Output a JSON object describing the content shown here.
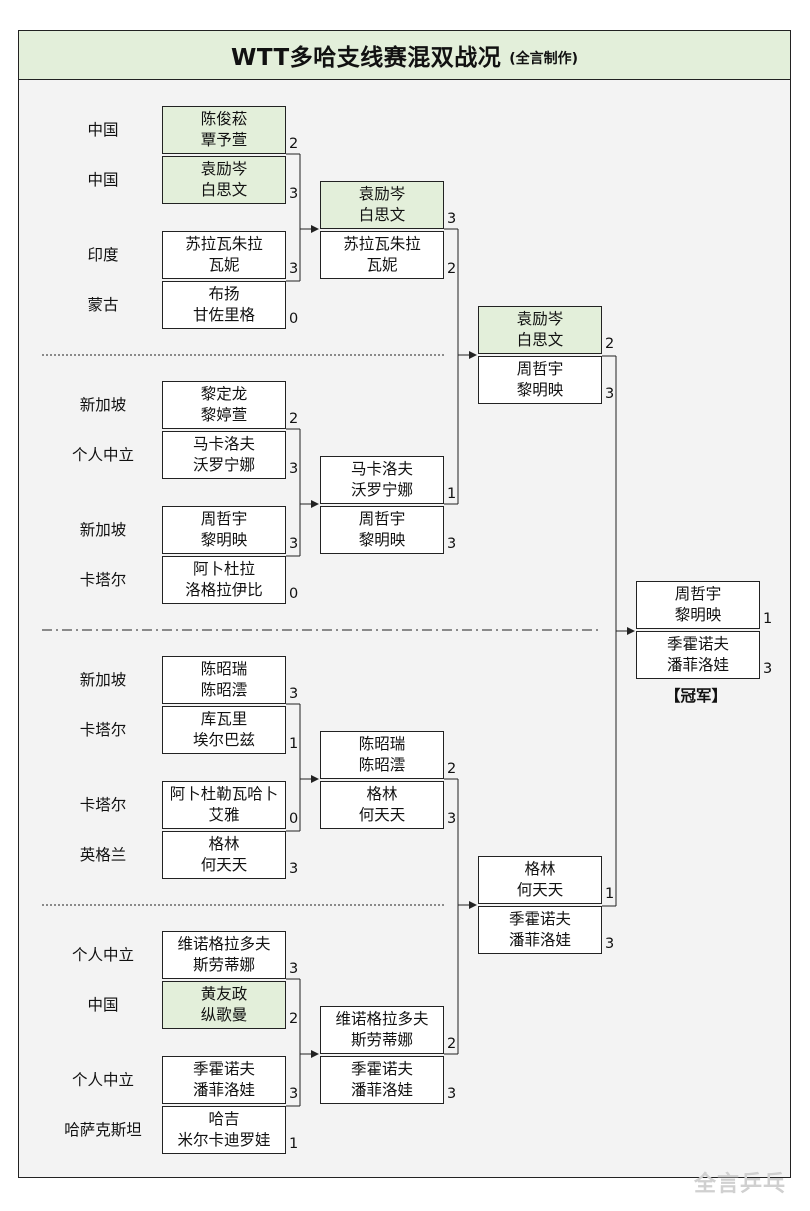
{
  "title": "WTT多哈支线赛混双战况",
  "subtitle": "(全言制作)",
  "champion_label": "【冠军】",
  "watermark": "全言乒乓",
  "round1": [
    {
      "country": "中国",
      "p1": "陈俊菘",
      "p2": "覃予萱",
      "score": "2",
      "highlight": true
    },
    {
      "country": "中国",
      "p1": "袁励岑",
      "p2": "白思文",
      "score": "3",
      "highlight": true
    },
    {
      "country": "印度",
      "p1": "苏拉瓦朱拉",
      "p2": "瓦妮",
      "score": "3",
      "highlight": false
    },
    {
      "country": "蒙古",
      "p1": "布扬",
      "p2": "甘佐里格",
      "score": "0",
      "highlight": false
    },
    {
      "country": "新加坡",
      "p1": "黎定龙",
      "p2": "黎婷萱",
      "score": "2",
      "highlight": false
    },
    {
      "country": "个人中立",
      "p1": "马卡洛夫",
      "p2": "沃罗宁娜",
      "score": "3",
      "highlight": false
    },
    {
      "country": "新加坡",
      "p1": "周哲宇",
      "p2": "黎明映",
      "score": "3",
      "highlight": false
    },
    {
      "country": "卡塔尔",
      "p1": "阿卜杜拉",
      "p2": "洛格拉伊比",
      "score": "0",
      "highlight": false
    },
    {
      "country": "新加坡",
      "p1": "陈昭瑞",
      "p2": "陈昭澐",
      "score": "3",
      "highlight": false
    },
    {
      "country": "卡塔尔",
      "p1": "库瓦里",
      "p2": "埃尔巴兹",
      "score": "1",
      "highlight": false
    },
    {
      "country": "卡塔尔",
      "p1": "阿卜杜勒瓦哈卜",
      "p2": "艾雅",
      "score": "0",
      "highlight": false
    },
    {
      "country": "英格兰",
      "p1": "格林",
      "p2": "何天天",
      "score": "3",
      "highlight": false
    },
    {
      "country": "个人中立",
      "p1": "维诺格拉多夫",
      "p2": "斯劳蒂娜",
      "score": "3",
      "highlight": false
    },
    {
      "country": "中国",
      "p1": "黄友政",
      "p2": "纵歌曼",
      "score": "2",
      "highlight": true
    },
    {
      "country": "个人中立",
      "p1": "季霍诺夫",
      "p2": "潘菲洛娃",
      "score": "3",
      "highlight": false
    },
    {
      "country": "哈萨克斯坦",
      "p1": "哈吉",
      "p2": "米尔卡迪罗娃",
      "score": "1",
      "highlight": false
    }
  ],
  "round2": [
    {
      "p1": "袁励岑",
      "p2": "白思文",
      "score": "3",
      "highlight": true
    },
    {
      "p1": "苏拉瓦朱拉",
      "p2": "瓦妮",
      "score": "2",
      "highlight": false
    },
    {
      "p1": "马卡洛夫",
      "p2": "沃罗宁娜",
      "score": "1",
      "highlight": false
    },
    {
      "p1": "周哲宇",
      "p2": "黎明映",
      "score": "3",
      "highlight": false
    },
    {
      "p1": "陈昭瑞",
      "p2": "陈昭澐",
      "score": "2",
      "highlight": false
    },
    {
      "p1": "格林",
      "p2": "何天天",
      "score": "3",
      "highlight": false
    },
    {
      "p1": "维诺格拉多夫",
      "p2": "斯劳蒂娜",
      "score": "2",
      "highlight": false
    },
    {
      "p1": "季霍诺夫",
      "p2": "潘菲洛娃",
      "score": "3",
      "highlight": false
    }
  ],
  "round3": [
    {
      "p1": "袁励岑",
      "p2": "白思文",
      "score": "2",
      "highlight": true
    },
    {
      "p1": "周哲宇",
      "p2": "黎明映",
      "score": "3",
      "highlight": false
    },
    {
      "p1": "格林",
      "p2": "何天天",
      "score": "1",
      "highlight": false
    },
    {
      "p1": "季霍诺夫",
      "p2": "潘菲洛娃",
      "score": "3",
      "highlight": false
    }
  ],
  "final": [
    {
      "p1": "周哲宇",
      "p2": "黎明映",
      "score": "1",
      "highlight": false
    },
    {
      "p1": "季霍诺夫",
      "p2": "潘菲洛娃",
      "score": "3",
      "highlight": false
    }
  ],
  "colors": {
    "highlight": "#e3efda",
    "title_bg": "#e3efda",
    "panel_bg": "#f3f3f3",
    "line": "#222222"
  }
}
